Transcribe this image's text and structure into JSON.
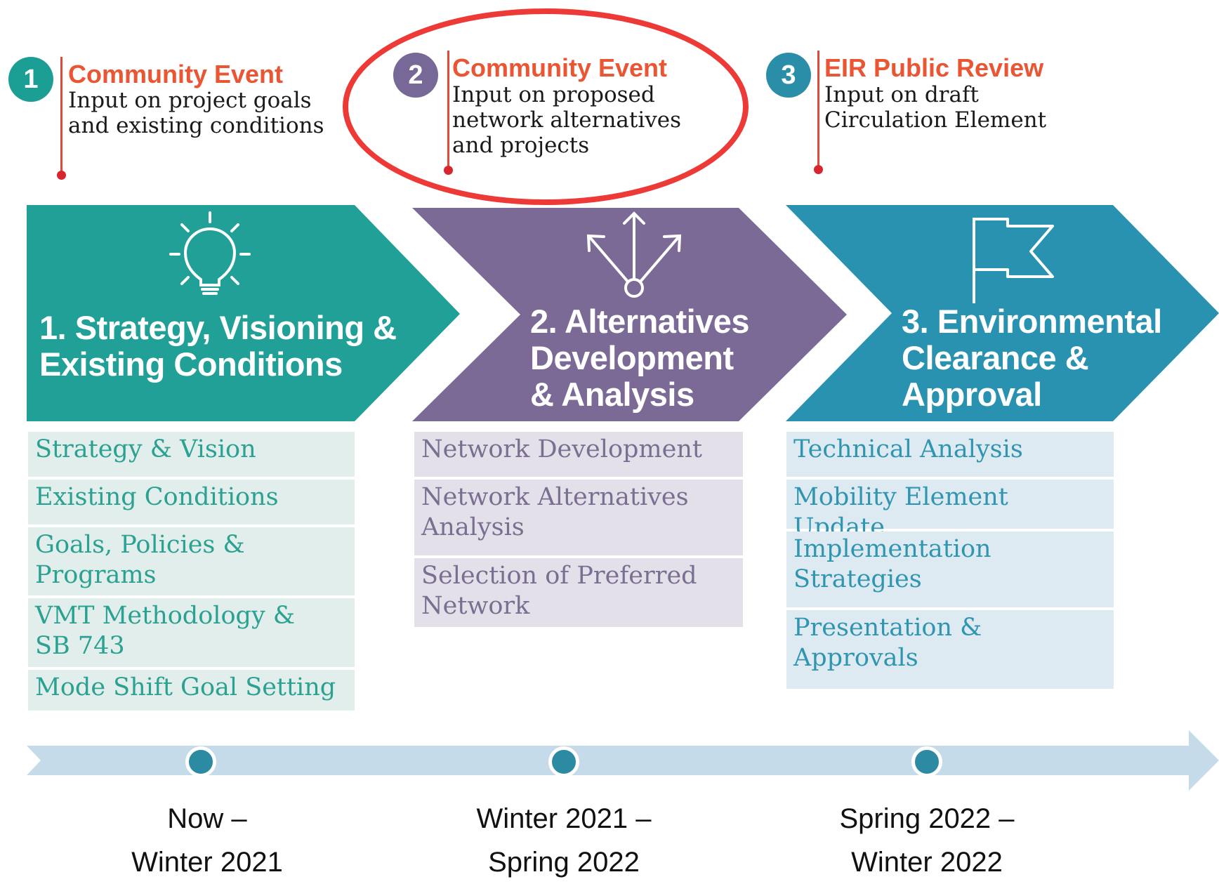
{
  "events": [
    {
      "number": "1",
      "title": "Community Event",
      "text": "Input on project goals\nand existing conditions",
      "badge_color": "#1b9e93"
    },
    {
      "number": "2",
      "title": "Community Event",
      "text": "Input on proposed\nnetwork alternatives\nand projects",
      "badge_color": "#776898",
      "highlighted": true
    },
    {
      "number": "3",
      "title": "EIR Public Review",
      "text": "Input on draft\nCirculation Element",
      "badge_color": "#2a8ea9"
    }
  ],
  "phases": [
    {
      "title": "1. Strategy, Visioning &\nExisting Conditions",
      "color": "#20a096",
      "icon": "lightbulb-icon",
      "tasks": [
        "Strategy & Vision",
        "Existing Conditions",
        "Goals, Policies &\nPrograms",
        "VMT Methodology &\nSB 743",
        "Mode Shift Goal Setting"
      ]
    },
    {
      "title": "2. Alternatives\nDevelopment\n& Analysis",
      "color": "#7b6a96",
      "icon": "branching-arrows-icon",
      "tasks": [
        "Network Development",
        "Network Alternatives\nAnalysis",
        "Selection of Preferred\nNetwork"
      ]
    },
    {
      "title": "3. Environmental\nClearance &\nApproval",
      "color": "#2892b0",
      "icon": "flag-icon",
      "tasks": [
        "Technical Analysis",
        "Mobility Element Update",
        "Implementation\nStrategies",
        "Presentation &\nApprovals"
      ]
    }
  ],
  "timeline": [
    {
      "label": "Now –\nWinter 2021"
    },
    {
      "label": "Winter 2021 –\nSpring 2022"
    },
    {
      "label": "Spring 2022 –\nWinter 2022"
    }
  ],
  "colors": {
    "accent": "#ea5633",
    "highlight_ring": "#ee3a36",
    "timeline_bar": "#c6dbea",
    "timeline_dot": "#2c8ba3"
  }
}
